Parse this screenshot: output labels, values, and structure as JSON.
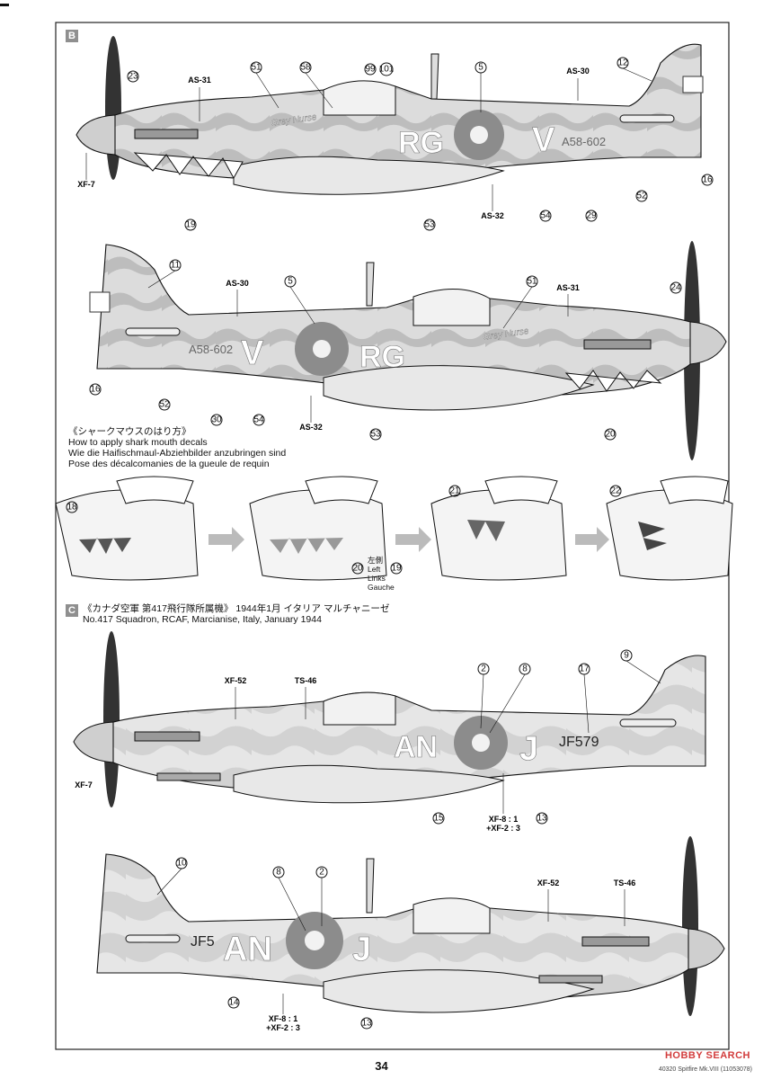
{
  "section_b": {
    "label": "B",
    "upper": {
      "fuselage_codes": [
        "RG",
        "V"
      ],
      "serial": "A58-602",
      "nose_art": "Grey Nurse",
      "paints": [
        "AS-31",
        "AS-30",
        "XF-7",
        "AS-32"
      ],
      "callouts": [
        "23",
        "51",
        "58",
        "99",
        "101",
        "5",
        "12",
        "16",
        "52",
        "29",
        "54",
        "53",
        "19"
      ]
    },
    "lower": {
      "fuselage_codes": [
        "V",
        "RG"
      ],
      "serial": "A58-602",
      "nose_art": "Grey Nurse",
      "paints": [
        "AS-30",
        "AS-31",
        "AS-32"
      ],
      "callouts": [
        "11",
        "5",
        "51",
        "24",
        "16",
        "52",
        "30",
        "54",
        "53",
        "20"
      ]
    },
    "shark_title": {
      "jp": "《シャークマウスのはり方》",
      "en": "How to apply shark mouth decals",
      "de": "Wie die Haifischmaul-Abziehbilder anzubringen sind",
      "fr": "Pose des décalcomanies de la gueule de requin"
    },
    "steps": {
      "callouts": [
        "18",
        "20",
        "19",
        "21",
        "22"
      ],
      "left_side": [
        "左側",
        "Left",
        "Links",
        "Gauche"
      ]
    }
  },
  "section_c": {
    "label": "C",
    "title_jp": "《カナダ空軍 第417飛行隊所属機》 1944年1月 イタリア マルチャニーゼ",
    "title_en": "No.417 Squadron, RCAF, Marcianise, Italy, January 1944",
    "upper": {
      "fuselage_codes": [
        "AN",
        "J"
      ],
      "serial": "JF579",
      "paints": [
        "XF-52",
        "TS-46",
        "XF-7"
      ],
      "mix": [
        "XF-8 : 1",
        "+XF-2 : 3"
      ],
      "callouts": [
        "2",
        "8",
        "17",
        "9",
        "15",
        "13"
      ]
    },
    "lower": {
      "fuselage_codes": [
        "AN",
        "J"
      ],
      "serial": "JF5",
      "paints": [
        "XF-52",
        "TS-46"
      ],
      "mix": [
        "XF-8 : 1",
        "+XF-2 : 3"
      ],
      "callouts": [
        "10",
        "8",
        "2",
        "14",
        "13"
      ]
    }
  },
  "page_number": "34",
  "footer": "40320 Spitfire Mk.VIII (11053078)",
  "watermark": "HOBBY SEARCH",
  "colors": {
    "camo_light": "#dcdcdc",
    "camo_dark": "#a9a9a9",
    "roundel": "#8c8c8c",
    "ink": "#111111"
  }
}
